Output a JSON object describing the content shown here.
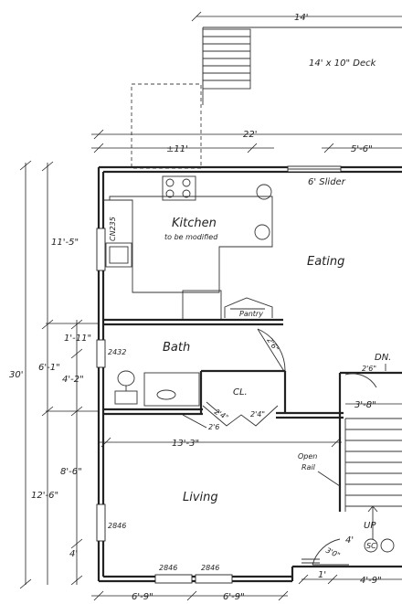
{
  "dims": {
    "deck_width": "14'",
    "overall_width": "22'",
    "kitchen_width": "±11'",
    "slider_offset": "5'-6\"",
    "overall_depth": "30'",
    "kitchen_depth": "11'-5\"",
    "bath_depth": "6'-1\"",
    "hall_depth": "1'-11\"",
    "bath_inner": "4'-2\"",
    "living_depth": "12'-6\"",
    "living_sub": "8'-6\"",
    "living_bottom": "4'",
    "living_width": "13'-3\"",
    "stair_width": "3'-8\"",
    "bottom_left": "6'-9\"",
    "bottom_mid": "6'-9\"",
    "bottom_right": "4'-9\"",
    "entry_gap": "1'",
    "entry_gap2": "4'"
  },
  "rooms": {
    "deck": "14' x 10\" Deck",
    "kitchen": "Kitchen",
    "kitchen_note": "to be modified",
    "eating": "Eating",
    "bath": "Bath",
    "closet": "CL.",
    "living": "Living",
    "pantry": "Pantry"
  },
  "labels": {
    "slider": "6' Slider",
    "window_kitchen": "CN235",
    "window_bath": "2432",
    "door_bath": "2'6\"",
    "door_dn": "2'6\"",
    "closet_door1": "2'4\"",
    "closet_door2": "2'4\"",
    "closet_door3": "2'6",
    "down": "DN.",
    "open_rail_1": "Open",
    "open_rail_2": "Rail",
    "up": "UP",
    "window_living_left": "2846",
    "window_living_b1": "2846",
    "window_living_b2": "2846",
    "entry_door": "3'0\"",
    "smoke": "SC"
  }
}
